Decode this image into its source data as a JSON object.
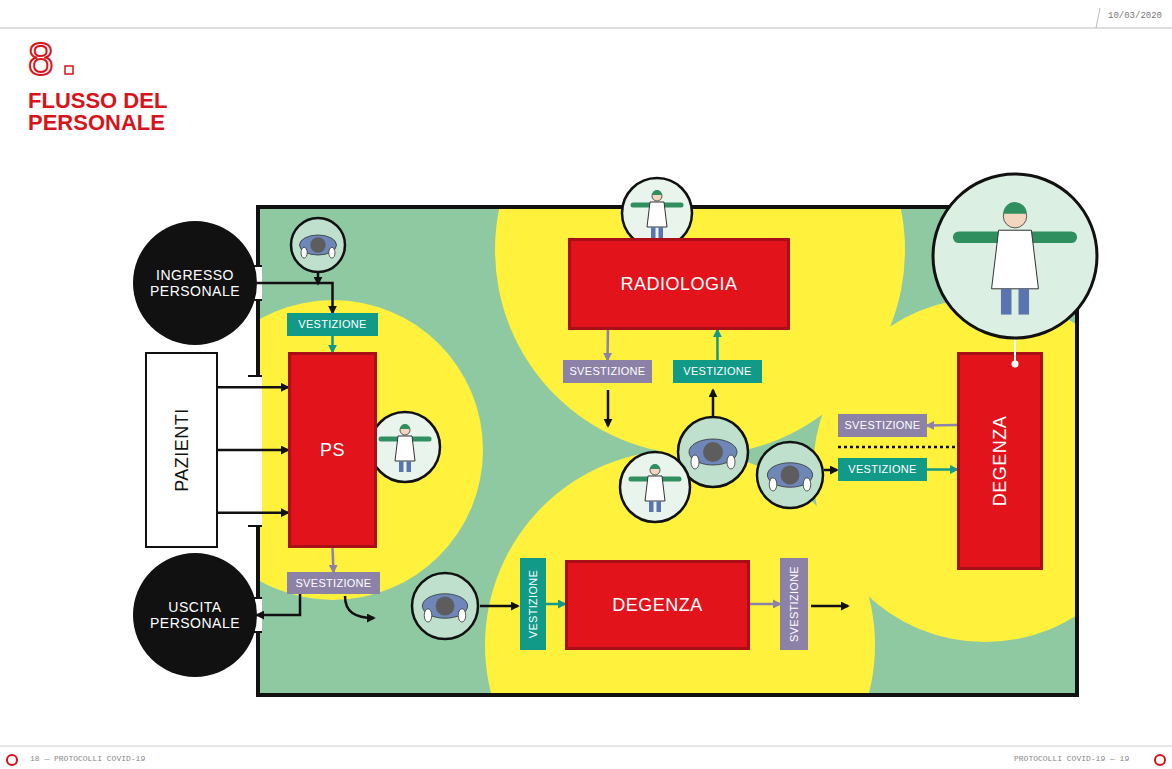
{
  "diagram": {
    "title": "FLUSSO DEL PERSONALE",
    "nodes": [
      {
        "text": [
          "INGRESSO PERSONALE"
        ]
      },
      {
        "text": [
          "VESTIZIONE"
        ]
      },
      {
        "text": [
          "RADIOLOGIA"
        ]
      },
      {
        "text": [
          "PAZIENTI"
        ]
      },
      {
        "text": [
          "PS"
        ]
      },
      {
        "text": [
          "SVESTIZIONE"
        ]
      },
      {
        "text": [
          "VESTIZIONE"
        ]
      },
      {
        "text": [
          "SVESTIZIONE"
        ]
      },
      {
        "text": [
          "VESTIZIONE"
        ]
      },
      {
        "text": [
          "DEGENZA"
        ]
      },
      {
        "text": [
          "SVESTIZIONE"
        ]
      },
      {
        "text": [
          "USCITA PERSONALE"
        ]
      },
      {
        "text": [
          "VESTIZIONE"
        ]
      },
      {
        "text": [
          "DEGENZA"
        ]
      },
      {
        "text": [
          "SVESTIZIONE"
        ]
      }
    ],
    "edges": [
      {
        "from": 0,
        "to": 1,
        "arrow": "to"
      },
      {
        "from": 1,
        "to": 4,
        "arrow": "to"
      },
      {
        "from": 3,
        "to": 4,
        "arrow": "to"
      },
      {
        "from": 3,
        "to": 4,
        "arrow": "to"
      },
      {
        "from": 3,
        "to": 4,
        "arrow": "to"
      },
      {
        "from": 4,
        "to": 10,
        "arrow": "to"
      },
      {
        "from": 10,
        "to": 11,
        "arrow": "to"
      },
      {
        "from": 2,
        "to": 5,
        "arrow": "to"
      },
      {
        "from": 6,
        "to": 2,
        "arrow": "to"
      },
      {
        "from": 9,
        "to": 7,
        "arrow": "to"
      },
      {
        "from": 8,
        "to": 9,
        "arrow": "to"
      },
      {
        "from": 12,
        "to": 13,
        "arrow": "to"
      },
      {
        "from": 13,
        "to": 14,
        "arrow": "to"
      }
    ],
    "labels": [
      "10/03/2020",
      "8",
      "18 — PROTOCOLLI COVID-19",
      "PROTOCOLLI COVID-19 — 19"
    ]
  }
}
